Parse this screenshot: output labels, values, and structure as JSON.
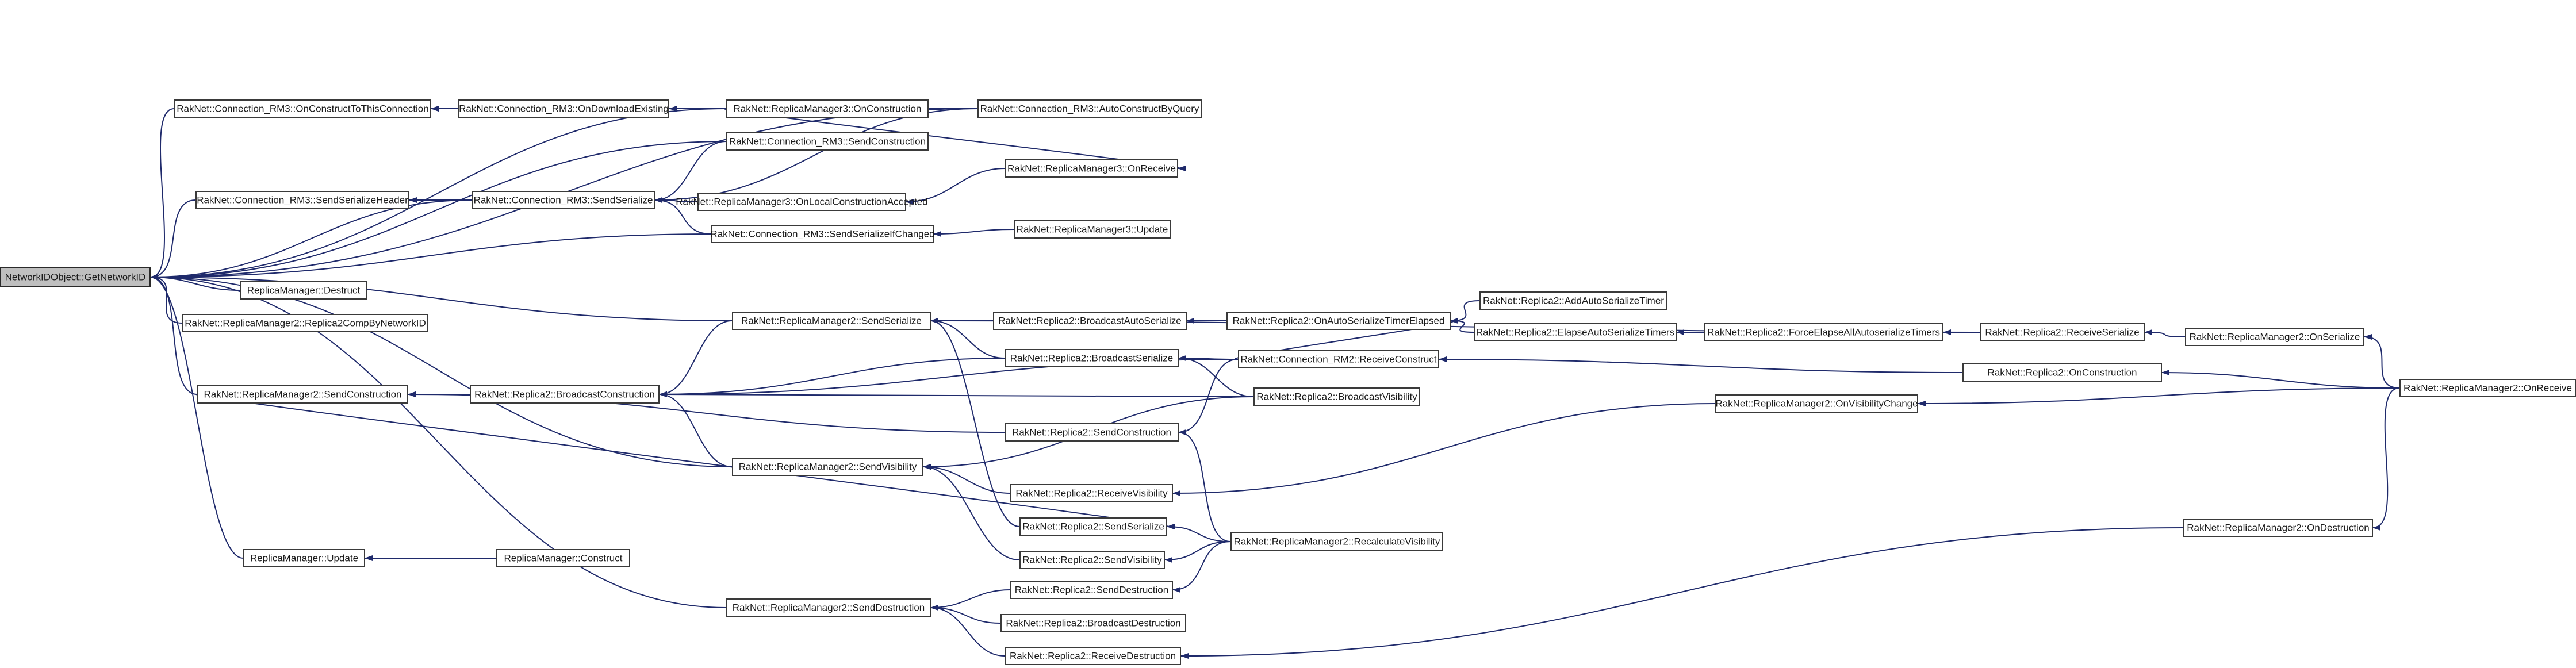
{
  "nodes": [
    {
      "id": "n_root",
      "label": "NetworkIDObject::GetNetworkID"
    },
    {
      "id": "n_onconstructtothisconnection",
      "label": "RakNet::Connection_RM3::OnConstructToThisConnection"
    },
    {
      "id": "n_ondownloadexisting",
      "label": "RakNet::Connection_RM3::OnDownloadExisting"
    },
    {
      "id": "n_rm3_onconstruction",
      "label": "RakNet::ReplicaManager3::OnConstruction"
    },
    {
      "id": "n_autoconstructbyquery",
      "label": "RakNet::Connection_RM3::AutoConstructByQuery"
    },
    {
      "id": "n_rm3_sendconstruction",
      "label": "RakNet::Connection_RM3::SendConstruction"
    },
    {
      "id": "n_rm3_onreceive",
      "label": "RakNet::ReplicaManager3::OnReceive"
    },
    {
      "id": "n_sendserializeheader",
      "label": "RakNet::Connection_RM3::SendSerializeHeader"
    },
    {
      "id": "n_rm3conn_sendserialize",
      "label": "RakNet::Connection_RM3::SendSerialize"
    },
    {
      "id": "n_onlocalconstructionaccepted",
      "label": "RakNet::ReplicaManager3::OnLocalConstructionAccepted"
    },
    {
      "id": "n_sendserializeifchanged",
      "label": "RakNet::Connection_RM3::SendSerializeIfChanged"
    },
    {
      "id": "n_rm3_update",
      "label": "RakNet::ReplicaManager3::Update"
    },
    {
      "id": "n_rm_destruct",
      "label": "ReplicaManager::Destruct"
    },
    {
      "id": "n_replica2compbynetworkid",
      "label": "RakNet::ReplicaManager2::Replica2CompByNetworkID"
    },
    {
      "id": "n_rm2_sendserialize",
      "label": "RakNet::ReplicaManager2::SendSerialize"
    },
    {
      "id": "n_r2_broadcastautoserialize",
      "label": "RakNet::Replica2::BroadcastAutoSerialize"
    },
    {
      "id": "n_r2_onautoserializetimerelapsed",
      "label": "RakNet::Replica2::OnAutoSerializeTimerElapsed"
    },
    {
      "id": "n_r2_addautoserializetimer",
      "label": "RakNet::Replica2::AddAutoSerializeTimer"
    },
    {
      "id": "n_r2_elapseautoserializetimers",
      "label": "RakNet::Replica2::ElapseAutoSerializeTimers"
    },
    {
      "id": "n_r2_forceelapseall",
      "label": "RakNet::Replica2::ForceElapseAllAutoserializeTimers"
    },
    {
      "id": "n_r2_receiveserialize",
      "label": "RakNet::Replica2::ReceiveSerialize"
    },
    {
      "id": "n_rm2_onserialize",
      "label": "RakNet::ReplicaManager2::OnSerialize"
    },
    {
      "id": "n_r2_broadcastserialize",
      "label": "RakNet::Replica2::BroadcastSerialize"
    },
    {
      "id": "n_rm2conn_receiveconstruct",
      "label": "RakNet::Connection_RM2::ReceiveConstruct"
    },
    {
      "id": "n_r2_onconstruction",
      "label": "RakNet::Replica2::OnConstruction"
    },
    {
      "id": "n_rm2_onreceive",
      "label": "RakNet::ReplicaManager2::OnReceive"
    },
    {
      "id": "n_rm2_sendconstruction",
      "label": "RakNet::ReplicaManager2::SendConstruction"
    },
    {
      "id": "n_r2_broadcastconstruction",
      "label": "RakNet::Replica2::BroadcastConstruction"
    },
    {
      "id": "n_r2_broadcastvisibility",
      "label": "RakNet::Replica2::BroadcastVisibility"
    },
    {
      "id": "n_rm2_onvisibilitychange",
      "label": "RakNet::ReplicaManager2::OnVisibilityChange"
    },
    {
      "id": "n_r2_sendconstruction",
      "label": "RakNet::Replica2::SendConstruction"
    },
    {
      "id": "n_rm2_sendvisibility",
      "label": "RakNet::ReplicaManager2::SendVisibility"
    },
    {
      "id": "n_r2_receivevisibility",
      "label": "RakNet::Replica2::ReceiveVisibility"
    },
    {
      "id": "n_r2_sendserialize",
      "label": "RakNet::Replica2::SendSerialize"
    },
    {
      "id": "n_rm2_recalculatevisibility",
      "label": "RakNet::ReplicaManager2::RecalculateVisibility"
    },
    {
      "id": "n_r2_sendvisibility",
      "label": "RakNet::Replica2::SendVisibility"
    },
    {
      "id": "n_rm_update",
      "label": "ReplicaManager::Update"
    },
    {
      "id": "n_rm_construct",
      "label": "ReplicaManager::Construct"
    },
    {
      "id": "n_r2_senddestruction",
      "label": "RakNet::Replica2::SendDestruction"
    },
    {
      "id": "n_rm2_senddestruction",
      "label": "RakNet::ReplicaManager2::SendDestruction"
    },
    {
      "id": "n_r2_broadcastdestruction",
      "label": "RakNet::Replica2::BroadcastDestruction"
    },
    {
      "id": "n_r2_receivedestruction",
      "label": "RakNet::Replica2::ReceiveDestruction"
    },
    {
      "id": "n_rm2_ondestruction",
      "label": "RakNet::ReplicaManager2::OnDestruction"
    }
  ],
  "edges": [
    {
      "from": "n_onconstructtothisconnection",
      "to": "n_root"
    },
    {
      "from": "n_autoconstructbyquery",
      "to": "n_root"
    },
    {
      "from": "n_rm3_onconstruction",
      "to": "n_root"
    },
    {
      "from": "n_rm3_sendconstruction",
      "to": "n_root"
    },
    {
      "from": "n_sendserializeheader",
      "to": "n_root"
    },
    {
      "from": "n_rm3conn_sendserialize",
      "to": "n_root"
    },
    {
      "from": "n_sendserializeifchanged",
      "to": "n_root"
    },
    {
      "from": "n_rm_destruct",
      "to": "n_root"
    },
    {
      "from": "n_replica2compbynetworkid",
      "to": "n_root"
    },
    {
      "from": "n_rm2_sendserialize",
      "to": "n_root"
    },
    {
      "from": "n_rm2_sendconstruction",
      "to": "n_root"
    },
    {
      "from": "n_rm2_sendvisibility",
      "to": "n_root"
    },
    {
      "from": "n_rm_update",
      "to": "n_root"
    },
    {
      "from": "n_rm2_senddestruction",
      "to": "n_root"
    },
    {
      "from": "n_ondownloadexisting",
      "to": "n_onconstructtothisconnection"
    },
    {
      "from": "n_autoconstructbyquery",
      "to": "n_onconstructtothisconnection"
    },
    {
      "from": "n_rm3_onconstruction",
      "to": "n_ondownloadexisting"
    },
    {
      "from": "n_rm3_onconstruction",
      "to": "n_rm3_onreceive"
    },
    {
      "from": "n_rm3conn_sendserialize",
      "to": "n_sendserializeheader"
    },
    {
      "from": "n_rm3_sendconstruction",
      "to": "n_rm3conn_sendserialize"
    },
    {
      "from": "n_onlocalconstructionaccepted",
      "to": "n_rm3conn_sendserialize"
    },
    {
      "from": "n_autoconstructbyquery",
      "to": "n_rm3conn_sendserialize"
    },
    {
      "from": "n_sendserializeifchanged",
      "to": "n_rm3conn_sendserialize"
    },
    {
      "from": "n_rm3_onreceive",
      "to": "n_onlocalconstructionaccepted"
    },
    {
      "from": "n_rm3_update",
      "to": "n_sendserializeifchanged"
    },
    {
      "from": "n_r2_broadcastautoserialize",
      "to": "n_rm2_sendserialize"
    },
    {
      "from": "n_r2_broadcastserialize",
      "to": "n_rm2_sendserialize"
    },
    {
      "from": "n_r2_sendserialize",
      "to": "n_rm2_sendserialize"
    },
    {
      "from": "n_r2_receiveserialize",
      "to": "n_rm2_sendserialize"
    },
    {
      "from": "n_r2_onautoserializetimerelapsed",
      "to": "n_r2_broadcastautoserialize"
    },
    {
      "from": "n_r2_addautoserializetimer",
      "to": "n_r2_onautoserializetimerelapsed"
    },
    {
      "from": "n_r2_elapseautoserializetimers",
      "to": "n_r2_onautoserializetimerelapsed"
    },
    {
      "from": "n_r2_forceelapseall",
      "to": "n_r2_elapseautoserializetimers"
    },
    {
      "from": "n_r2_receiveserialize",
      "to": "n_r2_forceelapseall"
    },
    {
      "from": "n_rm2_onserialize",
      "to": "n_r2_receiveserialize"
    },
    {
      "from": "n_rm2_onreceive",
      "to": "n_rm2_onserialize"
    },
    {
      "from": "n_rm2conn_receiveconstruct",
      "to": "n_r2_broadcastserialize"
    },
    {
      "from": "n_rm2conn_receiveconstruct",
      "to": "n_r2_onautoserializetimerelapsed"
    },
    {
      "from": "n_rm2conn_receiveconstruct",
      "to": "n_r2_broadcastconstruction"
    },
    {
      "from": "n_r2_onconstruction",
      "to": "n_rm2conn_receiveconstruct"
    },
    {
      "from": "n_rm2_onreceive",
      "to": "n_r2_onconstruction"
    },
    {
      "from": "n_r2_broadcastconstruction",
      "to": "n_rm2_sendconstruction"
    },
    {
      "from": "n_r2_sendconstruction",
      "to": "n_rm2_sendconstruction"
    },
    {
      "from": "n_r2_broadcastserialize",
      "to": "n_r2_broadcastconstruction"
    },
    {
      "from": "n_r2_broadcastvisibility",
      "to": "n_r2_broadcastconstruction"
    },
    {
      "from": "n_rm2_sendserialize",
      "to": "n_r2_broadcastconstruction"
    },
    {
      "from": "n_rm2_sendvisibility",
      "to": "n_r2_broadcastconstruction"
    },
    {
      "from": "n_r2_broadcastvisibility",
      "to": "n_r2_broadcastserialize"
    },
    {
      "from": "n_rm2_onvisibilitychange",
      "to": "n_r2_receivevisibility"
    },
    {
      "from": "n_rm2_onreceive",
      "to": "n_rm2_onvisibilitychange"
    },
    {
      "from": "n_rm2conn_receiveconstruct",
      "to": "n_r2_sendconstruction"
    },
    {
      "from": "n_rm2_recalculatevisibility",
      "to": "n_r2_sendconstruction"
    },
    {
      "from": "n_r2_broadcastvisibility",
      "to": "n_rm2_sendvisibility"
    },
    {
      "from": "n_r2_receivevisibility",
      "to": "n_rm2_sendvisibility"
    },
    {
      "from": "n_r2_sendvisibility",
      "to": "n_rm2_sendvisibility"
    },
    {
      "from": "n_rm2_recalculatevisibility",
      "to": "n_r2_sendserialize"
    },
    {
      "from": "n_rm2_sendconstruction",
      "to": "n_r2_sendserialize"
    },
    {
      "from": "n_rm2_recalculatevisibility",
      "to": "n_r2_sendvisibility"
    },
    {
      "from": "n_rm_construct",
      "to": "n_rm_update"
    },
    {
      "from": "n_r2_senddestruction",
      "to": "n_rm2_senddestruction"
    },
    {
      "from": "n_r2_broadcastdestruction",
      "to": "n_rm2_senddestruction"
    },
    {
      "from": "n_r2_receivedestruction",
      "to": "n_rm2_senddestruction"
    },
    {
      "from": "n_rm2_recalculatevisibility",
      "to": "n_r2_senddestruction"
    },
    {
      "from": "n_rm2_ondestruction",
      "to": "n_r2_receivedestruction"
    },
    {
      "from": "n_rm2_onreceive",
      "to": "n_rm2_ondestruction"
    }
  ],
  "colors": {
    "edge": "#1f2a6b",
    "node_border": "#3a3a3a",
    "root_fill": "#bfbfbf",
    "node_fill": "#ffffff"
  }
}
